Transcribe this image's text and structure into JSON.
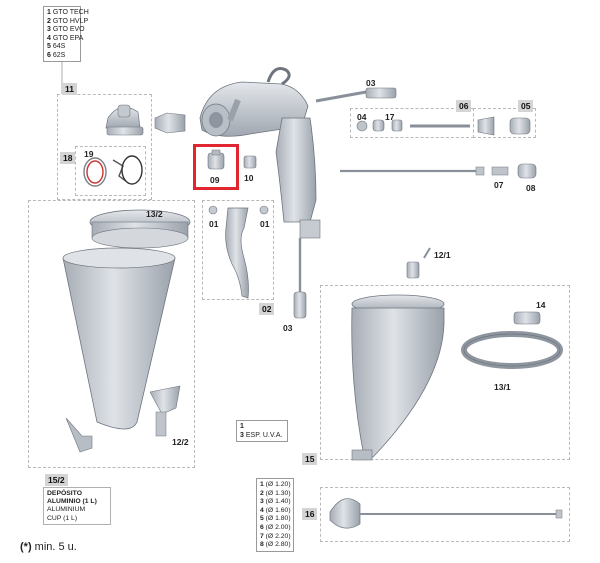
{
  "models": [
    {
      "n": "1",
      "name": "GTO TECH"
    },
    {
      "n": "2",
      "name": "GTO HVLP"
    },
    {
      "n": "3",
      "name": "GTO EVO"
    },
    {
      "n": "4",
      "name": "GTO EPA"
    },
    {
      "n": "5",
      "name": "64S"
    },
    {
      "n": "6",
      "name": "62S"
    }
  ],
  "tags": {
    "t11": "11",
    "t18": "18",
    "t06": "06",
    "t05": "05",
    "t02": "02",
    "t15": "15",
    "t16": "16",
    "t152": "15/2"
  },
  "labels": {
    "p03a": "03",
    "p04": "04",
    "p17": "17",
    "p07": "07",
    "p08": "08",
    "p19": "19",
    "p09": "09",
    "p10": "10",
    "p01a": "01",
    "p01b": "01",
    "p132": "13/2",
    "p121": "12/1",
    "p03b": "03",
    "p14": "14",
    "p131": "13/1",
    "p122": "12/2"
  },
  "esp": [
    {
      "n": "1",
      "name": ""
    },
    {
      "n": "3",
      "name": "ESP. U.V.A."
    }
  ],
  "nozzles": [
    {
      "n": "1",
      "size": "(Ø 1.20)"
    },
    {
      "n": "2",
      "size": "(Ø 1.30)"
    },
    {
      "n": "3",
      "size": "(Ø 1.40)"
    },
    {
      "n": "4",
      "size": "(Ø 1.60)"
    },
    {
      "n": "5",
      "size": "(Ø 1.80)"
    },
    {
      "n": "6",
      "size": "(Ø 2.00)"
    },
    {
      "n": "7",
      "size": "(Ø 2.20)"
    },
    {
      "n": "8",
      "size": "(Ø 2.80)"
    }
  ],
  "cup": {
    "l1": "DEPÓSITO",
    "l2": "ALUMINIO (1 L)",
    "l3": "ALUMINIUM",
    "l4": "CUP (1 L)"
  },
  "note": {
    "mark": "(*)",
    "text": "min. 5 u."
  },
  "colors": {
    "highlight": "#e0262f",
    "tag_bg": "#d4d4d4",
    "part": "#c9cdd3"
  }
}
